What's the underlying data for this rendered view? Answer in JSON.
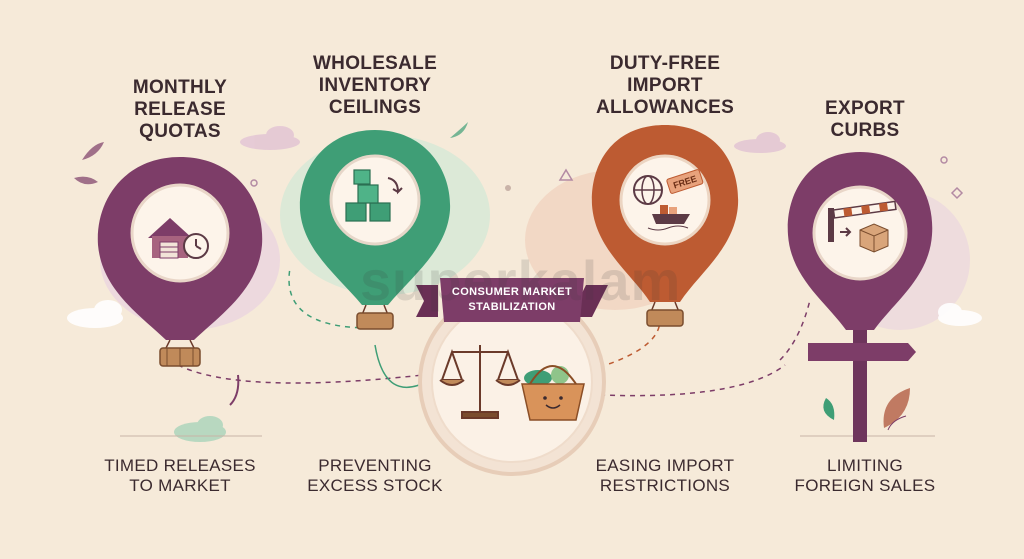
{
  "colors": {
    "background": "#f6ead9",
    "plum": "#7d3d68",
    "green": "#3f9e76",
    "rust": "#bd5b32",
    "text": "#3b2a2f"
  },
  "balloons": [
    {
      "title_lines": [
        "MONTHLY",
        "RELEASE",
        "QUOTAS"
      ],
      "caption_lines": [
        "TIMED RELEASES",
        "TO MARKET"
      ],
      "icon": "warehouse-clock-icon"
    },
    {
      "title_lines": [
        "WHOLESALE",
        "INVENTORY",
        "CEILINGS"
      ],
      "caption_lines": [
        "PREVENTING",
        "EXCESS STOCK"
      ],
      "icon": "stacked-boxes-icon"
    },
    {
      "title_lines": [
        "DUTY-FREE",
        "IMPORT",
        "ALLOWANCES"
      ],
      "caption_lines": [
        "EASING IMPORT",
        "RESTRICTIONS"
      ],
      "icon": "globe-ship-free-tag-icon",
      "tag_text": "FREE"
    },
    {
      "title_lines": [
        "EXPORT",
        "CURBS"
      ],
      "caption_lines": [
        "LIMITING",
        "FOREIGN SALES"
      ],
      "icon": "barrier-box-icon"
    }
  ],
  "center": {
    "ribbon_lines": [
      "CONSUMER MARKET",
      "STABILIZATION"
    ],
    "icons": [
      "balance-scale-icon",
      "smiling-basket-icon"
    ]
  },
  "watermark": {
    "text": "superkalam"
  }
}
